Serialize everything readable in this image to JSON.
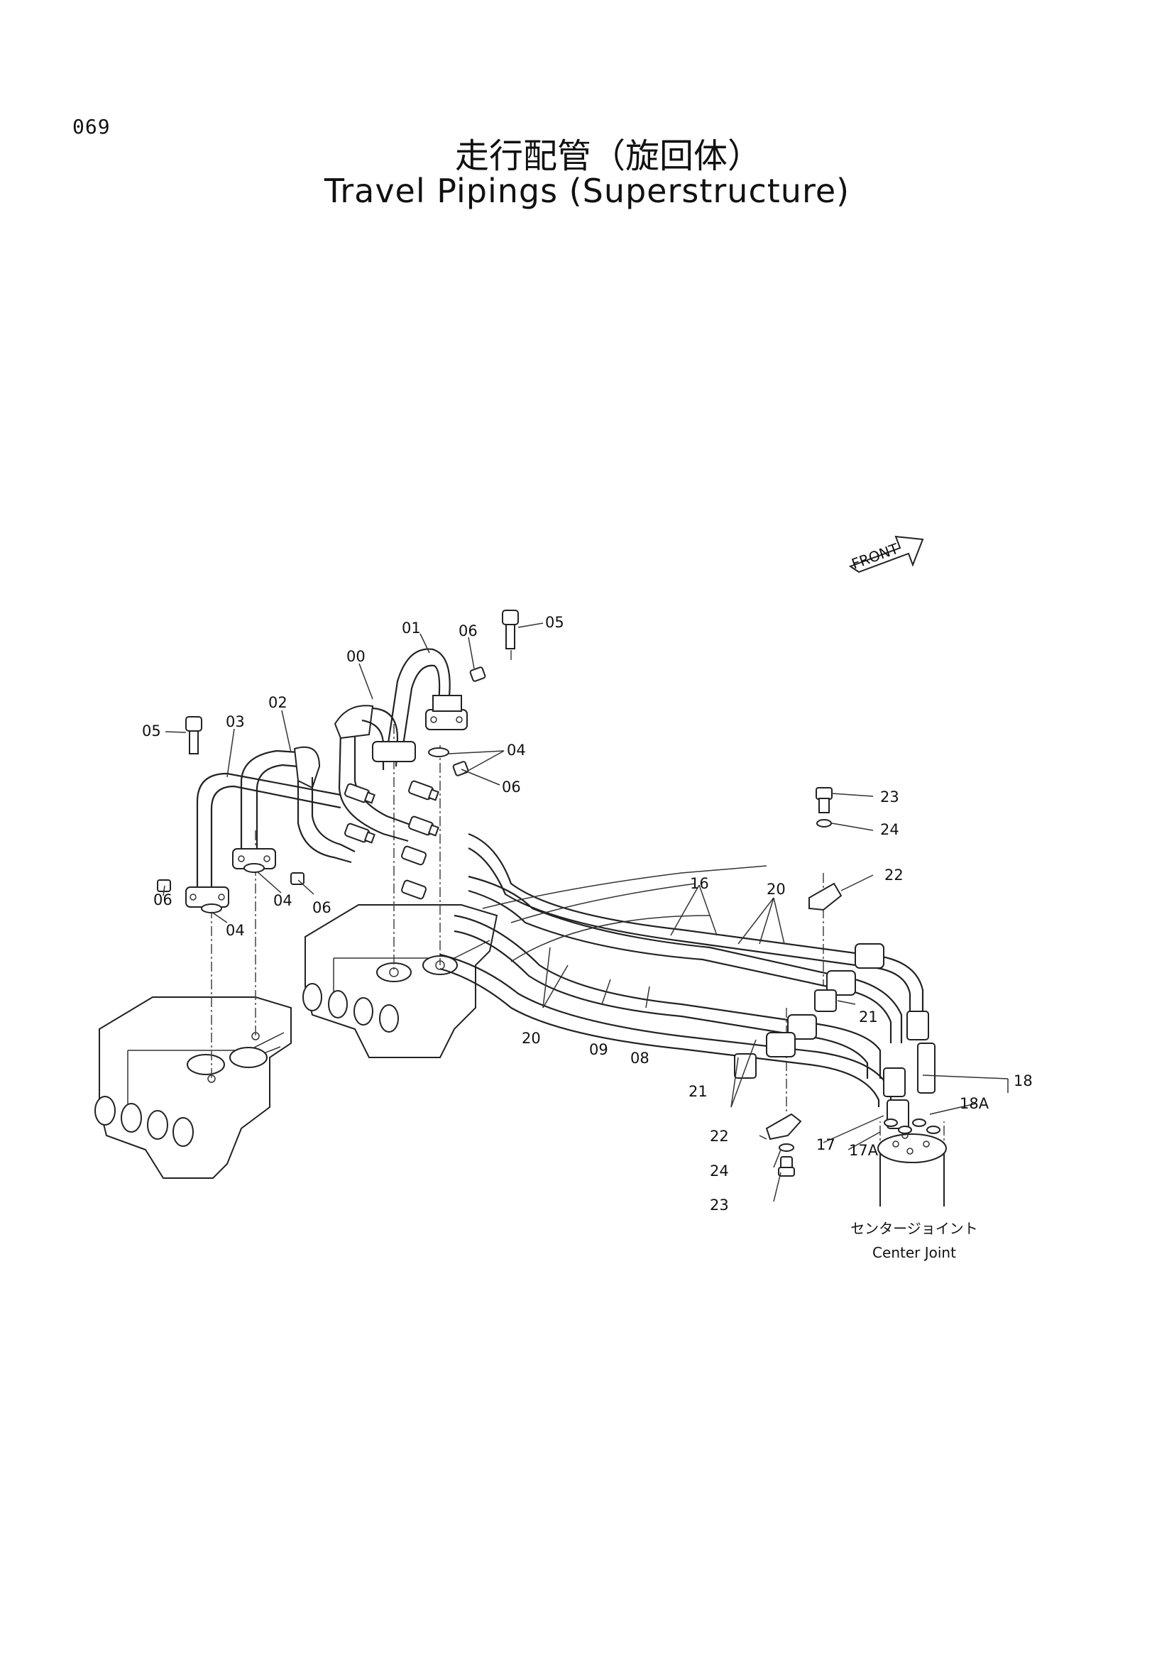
{
  "page_number": "069",
  "title_jp": "走行配管（旋回体）",
  "title_en": "Travel Pipings (Superstructure)",
  "front_label": "FRONT",
  "center_joint_jp": "センタージョイント",
  "center_joint_en": "Center Joint",
  "callouts": [
    {
      "id": "c00",
      "text": "00"
    },
    {
      "id": "c01",
      "text": "01"
    },
    {
      "id": "c02",
      "text": "02"
    },
    {
      "id": "c03",
      "text": "03"
    },
    {
      "id": "c04a",
      "text": "04"
    },
    {
      "id": "c04b",
      "text": "04"
    },
    {
      "id": "c04c",
      "text": "04"
    },
    {
      "id": "c05a",
      "text": "05"
    },
    {
      "id": "c05b",
      "text": "05"
    },
    {
      "id": "c06a",
      "text": "06"
    },
    {
      "id": "c06b",
      "text": "06"
    },
    {
      "id": "c06c",
      "text": "06"
    },
    {
      "id": "c06d",
      "text": "06"
    },
    {
      "id": "c08",
      "text": "08"
    },
    {
      "id": "c09",
      "text": "09"
    },
    {
      "id": "c16",
      "text": "16"
    },
    {
      "id": "c17",
      "text": "17"
    },
    {
      "id": "c17a",
      "text": "17A"
    },
    {
      "id": "c18",
      "text": "18"
    },
    {
      "id": "c18a",
      "text": "18A"
    },
    {
      "id": "c20a",
      "text": "20"
    },
    {
      "id": "c20b",
      "text": "20"
    },
    {
      "id": "c21a",
      "text": "21"
    },
    {
      "id": "c21b",
      "text": "21"
    },
    {
      "id": "c22a",
      "text": "22"
    },
    {
      "id": "c22b",
      "text": "22"
    },
    {
      "id": "c23a",
      "text": "23"
    },
    {
      "id": "c23b",
      "text": "23"
    },
    {
      "id": "c24a",
      "text": "24"
    },
    {
      "id": "c24b",
      "text": "24"
    }
  ]
}
